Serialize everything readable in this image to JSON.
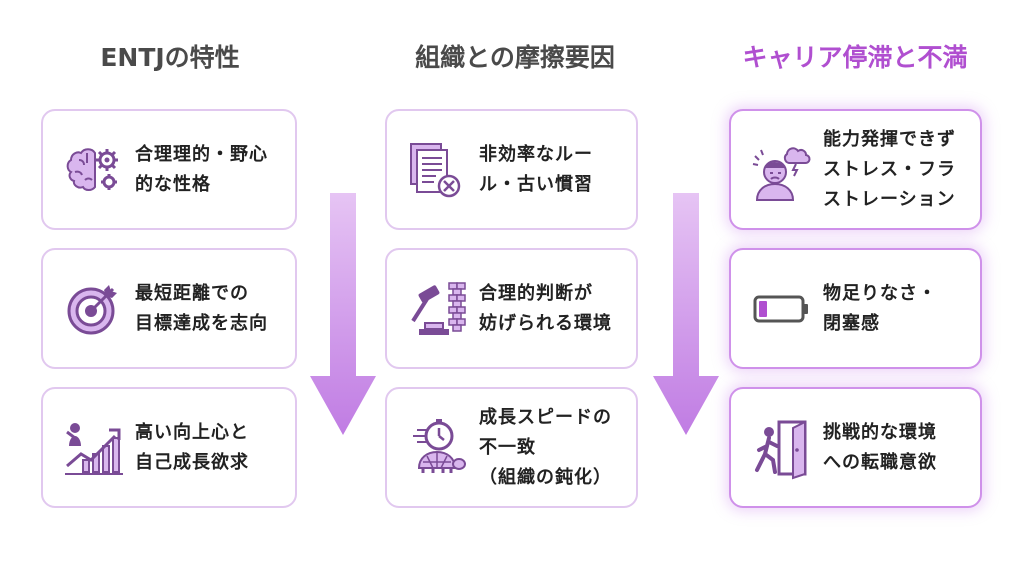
{
  "columns": [
    {
      "title": "ENTJの特性",
      "cards": [
        {
          "lines": [
            "合理理的・野心",
            "的な性格"
          ],
          "icon": "brain-gears-icon"
        },
        {
          "lines": [
            "最短距離での",
            "目標達成を志向"
          ],
          "icon": "target-dart-icon"
        },
        {
          "lines": [
            "高い向上心と",
            "自己成長欲求"
          ],
          "icon": "growth-chart-person-icon"
        }
      ]
    },
    {
      "title": "組織との摩擦要因",
      "cards": [
        {
          "lines": [
            "非効率なルー",
            "ル・古い慣習"
          ],
          "icon": "documents-x-icon"
        },
        {
          "lines": [
            "合理的判断が",
            "妨げられる環境"
          ],
          "icon": "gavel-wall-icon"
        },
        {
          "lines": [
            "成長スピードの",
            "不一致",
            "（組織の鈍化）"
          ],
          "icon": "stopwatch-turtle-icon"
        }
      ]
    },
    {
      "title": "キャリア停滞と不満",
      "cards": [
        {
          "lines": [
            "能力発揮できず",
            "ストレス・フラ",
            "ストレーション"
          ],
          "icon": "stressed-person-cloud-icon"
        },
        {
          "lines": [
            "物足りなさ・",
            "閉塞感"
          ],
          "icon": "low-battery-icon"
        },
        {
          "lines": [
            "挑戦的な環境",
            "への転職意欲"
          ],
          "icon": "exit-door-person-icon"
        }
      ]
    }
  ],
  "colors": {
    "accent": "#b04fd0",
    "card_border": "#e1c8ef",
    "icon": "#c79ae0",
    "arrow": "#c783e6"
  }
}
